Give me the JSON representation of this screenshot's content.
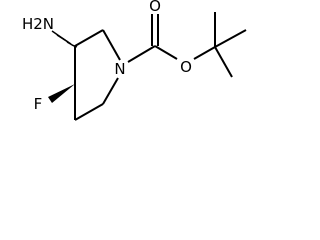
{
  "molecule": {
    "atoms": {
      "amine_nitrogen": "H2N",
      "fluorine": "F",
      "ring_nitrogen": "N",
      "carbonyl_oxygen": "O",
      "ester_oxygen": "O"
    }
  },
  "colors": {
    "bond": "#000000",
    "label": "#000000",
    "background": "#ffffff"
  }
}
